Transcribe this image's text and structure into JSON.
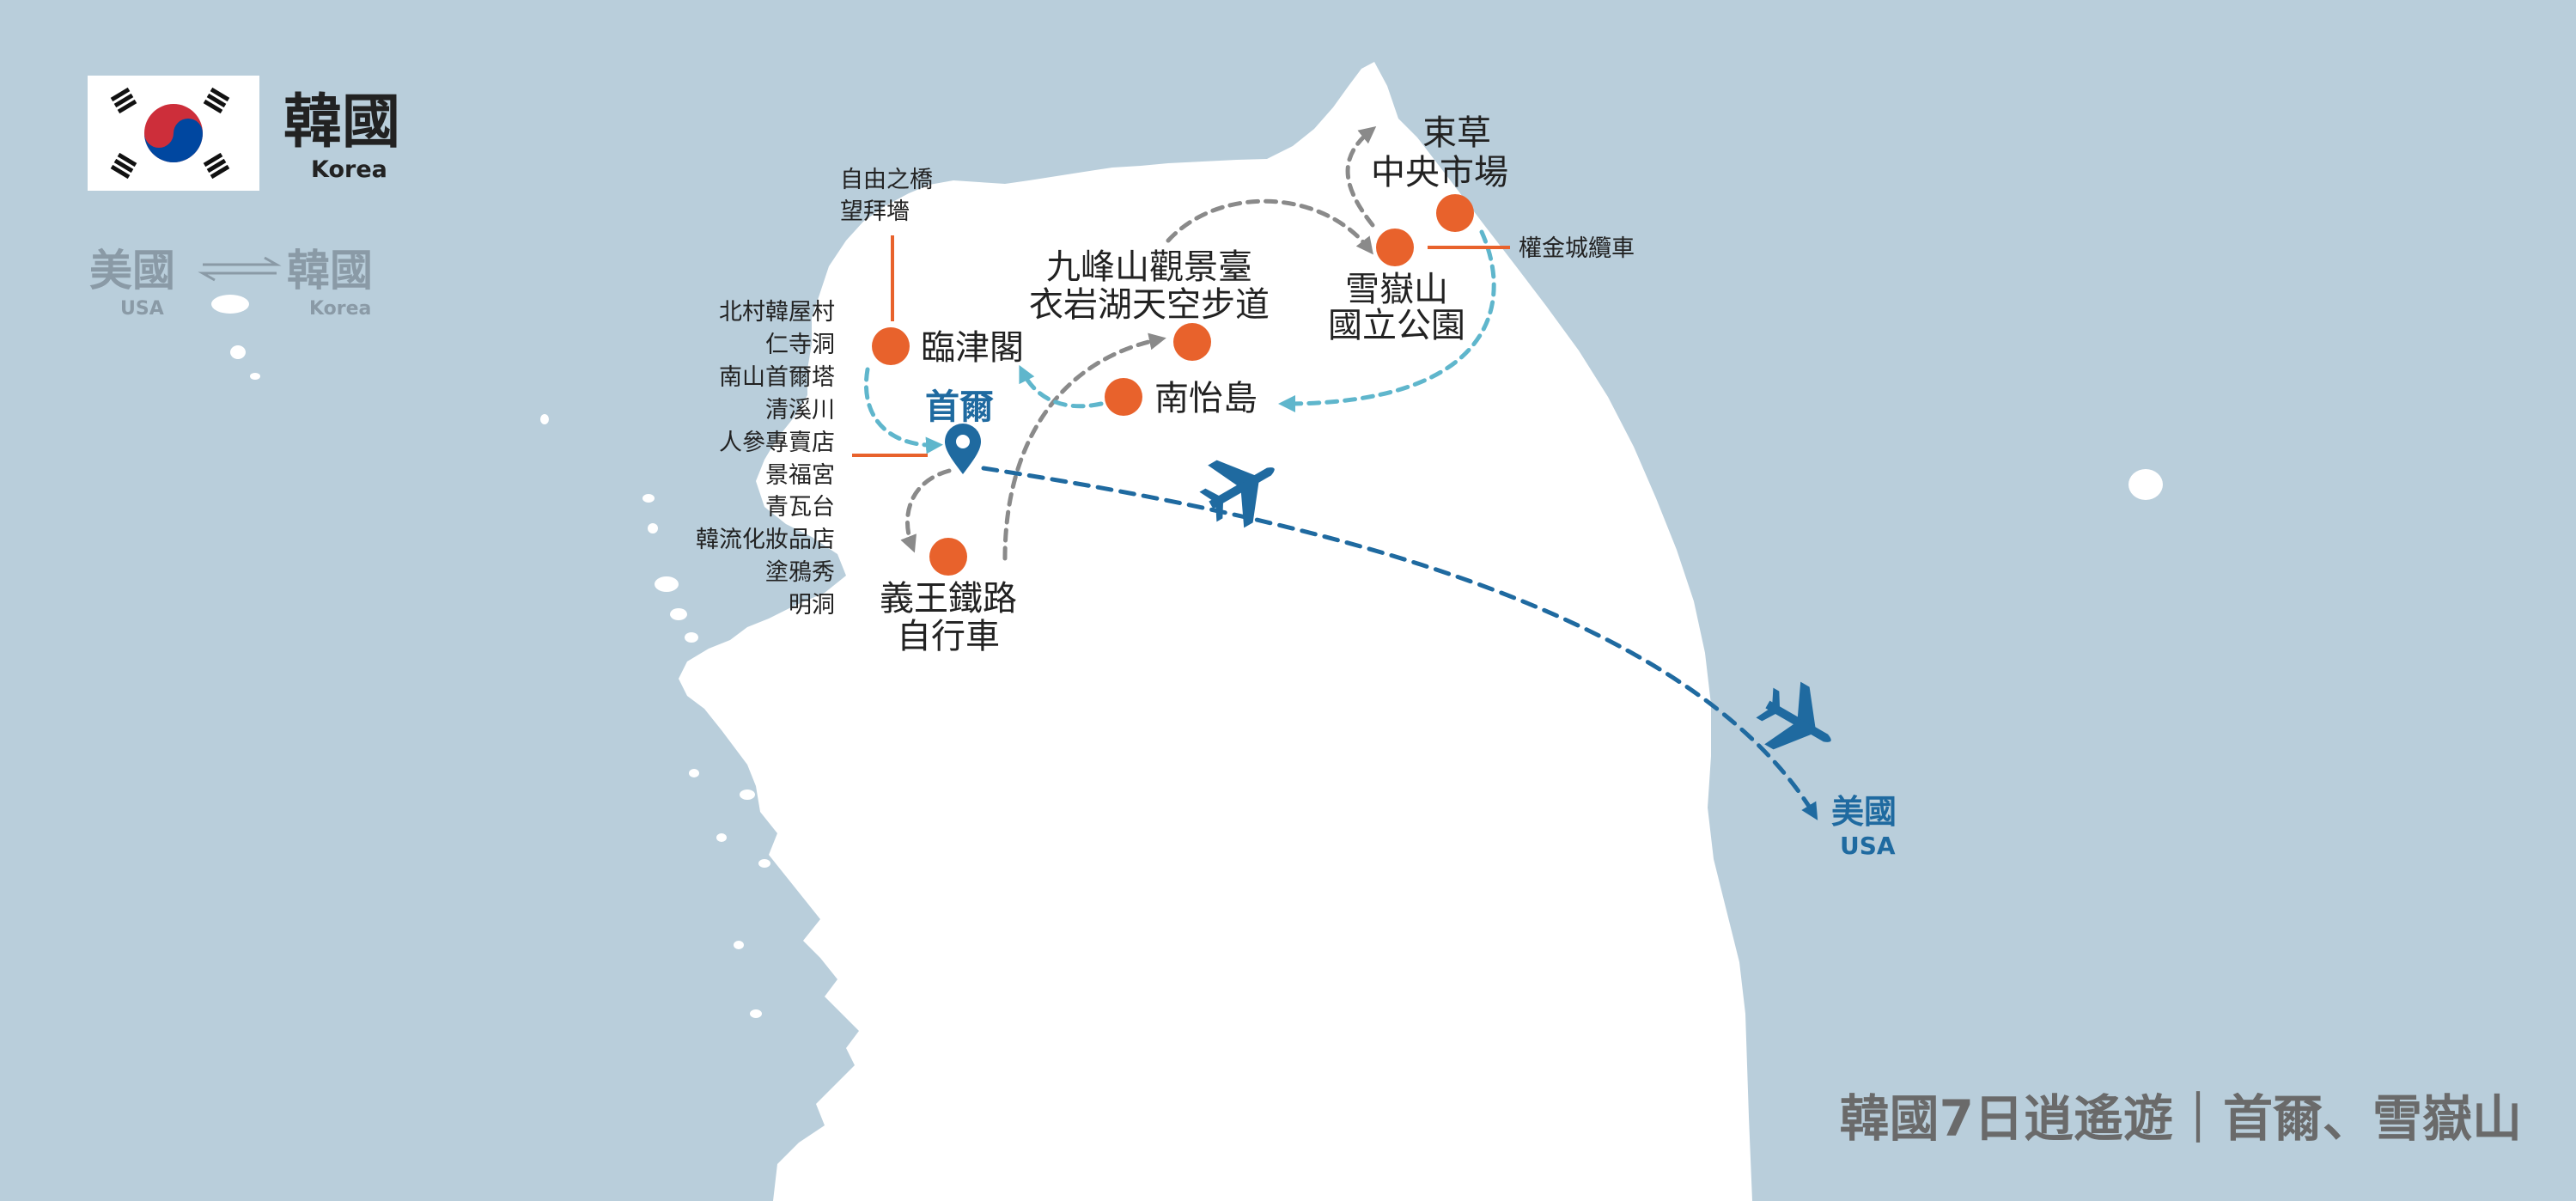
{
  "colors": {
    "sea": "#b9cedb",
    "land": "#ffffff",
    "marker": "#e8622c",
    "route_gray": "#8a8a8a",
    "route_cyan": "#5fb6cc",
    "route_blue": "#1f6aa0",
    "header_gray": "#8a9aa6",
    "flag_red": "#cd2e3a",
    "flag_blue": "#0047a0"
  },
  "header": {
    "title_zh": "韓國",
    "title_en": "Korea",
    "route": {
      "from_zh": "美國",
      "from_en": "USA",
      "to_zh": "韓國",
      "to_en": "Korea"
    }
  },
  "seoul": {
    "label": "首爾",
    "icon": "map-pin-icon",
    "attractions": [
      "北村韓屋村",
      "仁寺洞",
      "南山首爾塔",
      "清溪川",
      "人參專賣店",
      "景福宮",
      "青瓦台",
      "韓流化妝品店",
      "塗鴉秀",
      "明洞"
    ]
  },
  "stops": {
    "imjingak": {
      "label": "臨津閣",
      "sub": [
        "自由之橋",
        "望拜墻"
      ]
    },
    "nami": {
      "label": "南怡島"
    },
    "gubong": {
      "label_lines": [
        "九峰山觀景臺",
        "衣岩湖天空步道"
      ]
    },
    "uiwang": {
      "label_lines": [
        "義王鐵路",
        "自行車"
      ]
    },
    "seorak": {
      "label_lines": [
        "雪嶽山",
        "國立公園"
      ],
      "sub": "權金城纜車"
    },
    "sokcho": {
      "label_lines": [
        "束草",
        "中央市場"
      ]
    }
  },
  "usa": {
    "label_zh": "美國",
    "label_en": "USA"
  },
  "icons": {
    "plane_a": "airplane-icon",
    "plane_b": "airplane-icon",
    "flag": "korean-flag-icon"
  },
  "footer": {
    "caption": "韓國7日逍遙遊｜首爾、雪嶽山"
  }
}
